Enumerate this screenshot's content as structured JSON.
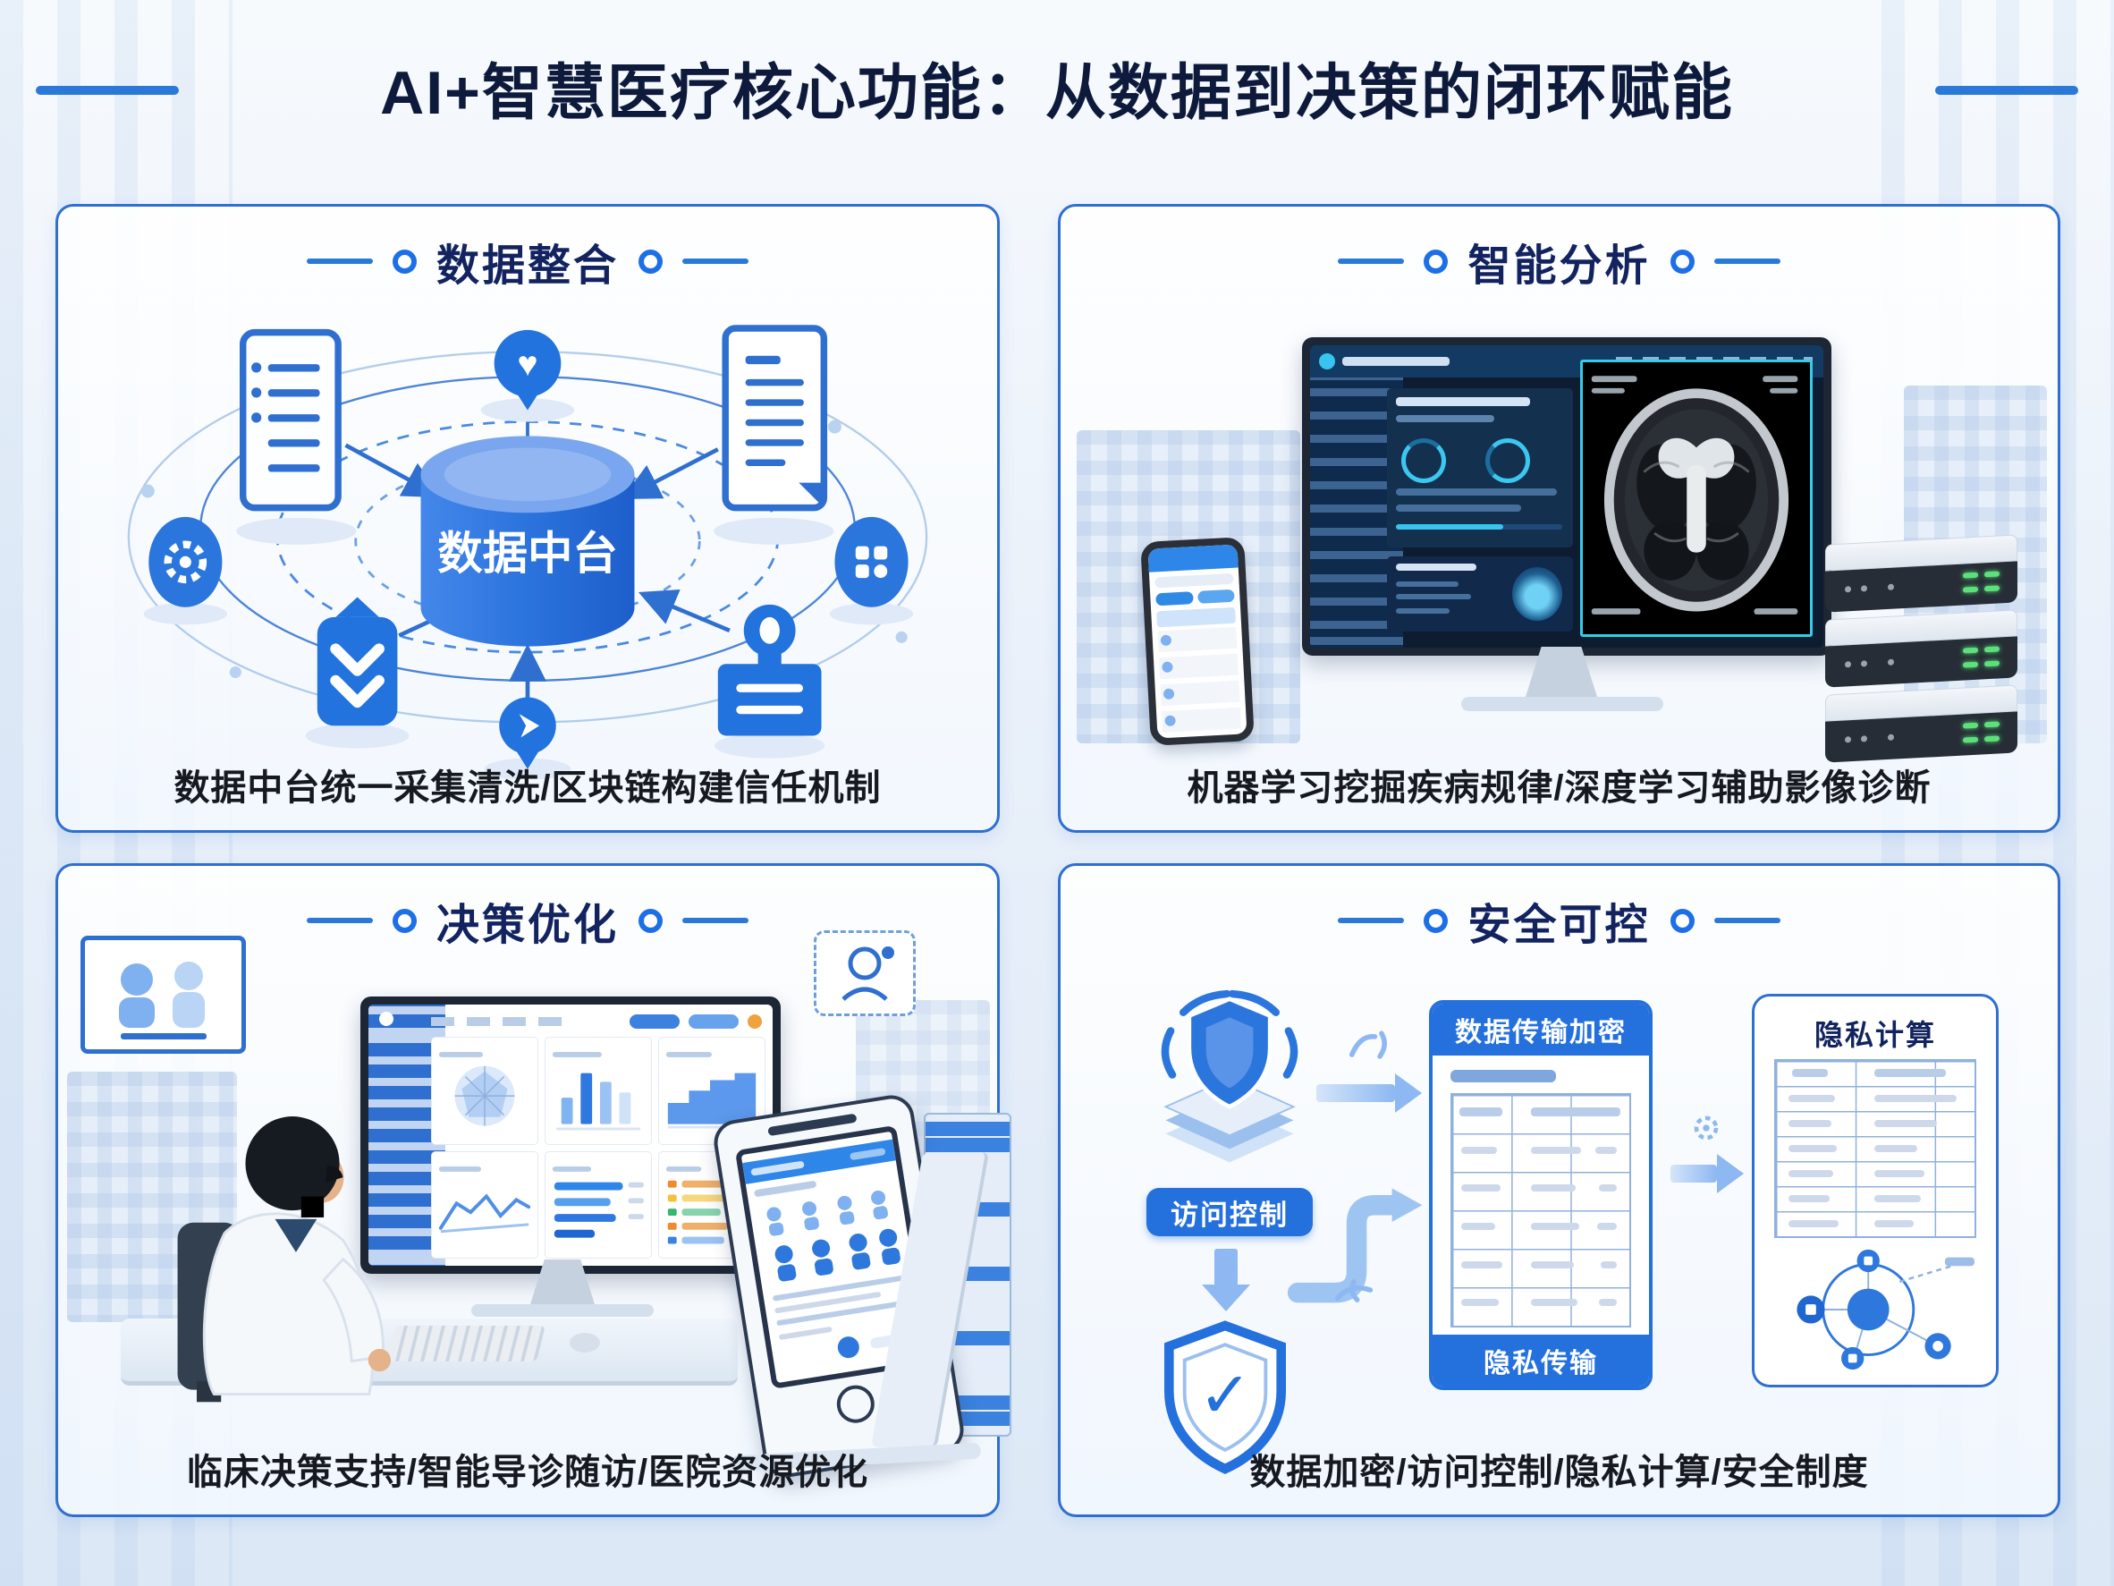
{
  "title": {
    "text": "AI+智慧医疗核心功能：从数据到决策的闭环赋能"
  },
  "panels": {
    "tl": {
      "header": "数据整合",
      "hub": "数据中台",
      "caption": "数据中台统一采集清洗/区块链构建信任机制"
    },
    "tr": {
      "header": "智能分析",
      "caption": "机器学习挖掘疾病规律/深度学习辅助影像诊断"
    },
    "bl": {
      "header": "决策优化",
      "caption": "临床决策支持/智能导诊随访/医院资源优化"
    },
    "br": {
      "header": "安全可控",
      "caption": "数据加密/访问控制/隐私计算/安全制度",
      "access_control": "访问控制",
      "encrypt_title": "数据传输加密",
      "encrypt_footer": "隐私传输",
      "privacy_title": "隐私计算"
    }
  },
  "icons": {
    "heart": "♥",
    "check": "✓"
  },
  "colors": {
    "accent_blue": "#2470dd",
    "navy_text": "#12235f",
    "caption_text": "#16191f",
    "panel_border": "#2e6fd0",
    "cyan_border": "#36cbe9",
    "led_green": "#5ce07a",
    "light_arrow": "#8db8f1"
  }
}
